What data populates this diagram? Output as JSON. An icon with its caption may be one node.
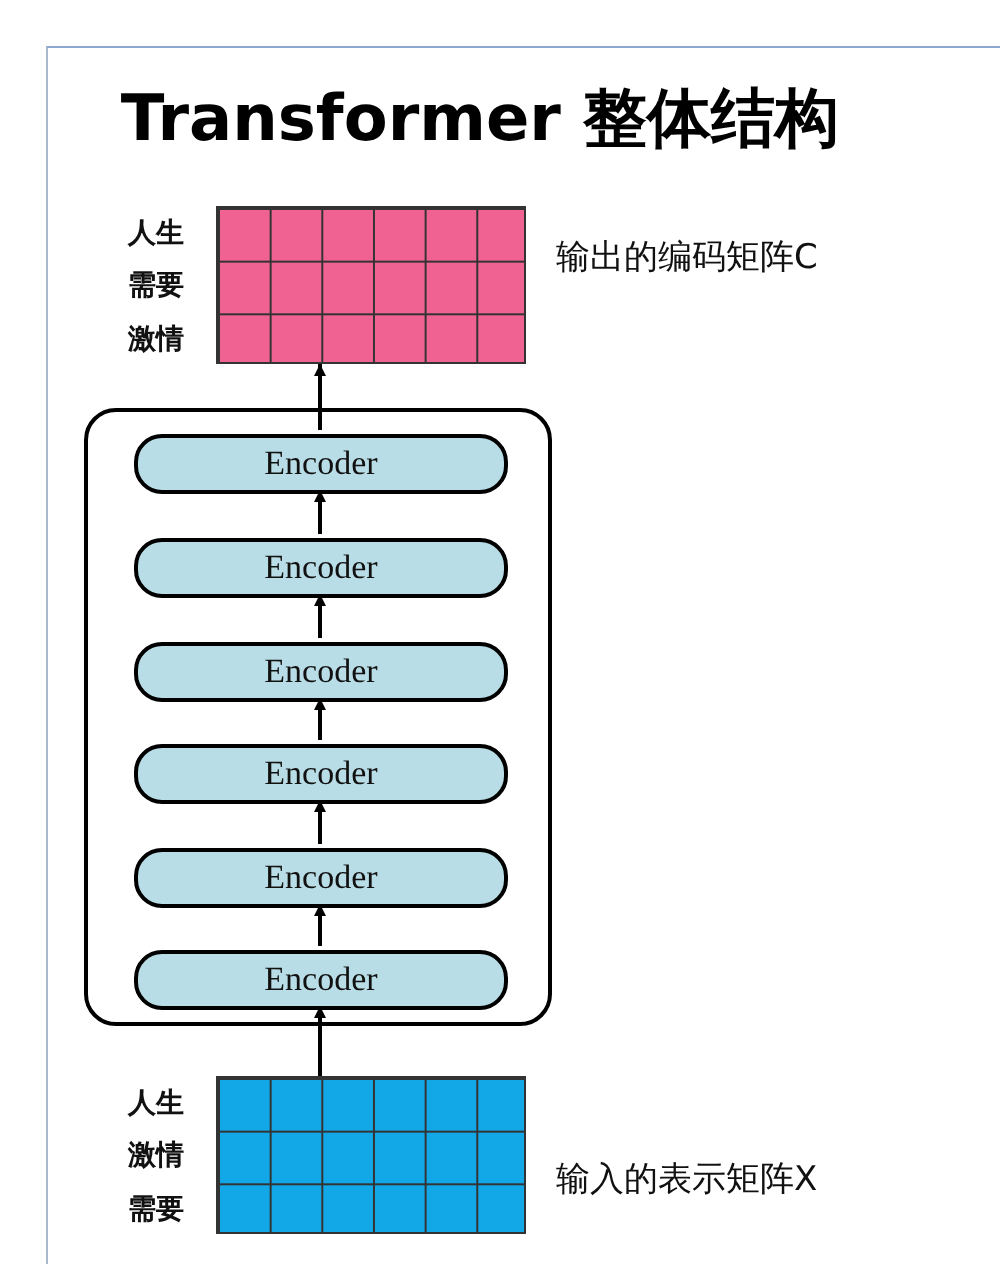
{
  "diagram": {
    "title": "Transformer 整体结构",
    "nodes": [
      {
        "text": [],
        "shape": "box",
        "beside": [
          "人生",
          "需要",
          "激情",
          "输出的编码矩阵C"
        ]
      },
      {
        "text": [],
        "shape": "box"
      },
      {
        "text": [
          "Encoder"
        ],
        "in": 1
      },
      {
        "text": [
          "Encoder"
        ],
        "in": 1
      },
      {
        "text": [
          "Encoder"
        ],
        "in": 1
      },
      {
        "text": [
          "Encoder"
        ],
        "in": 1
      },
      {
        "text": [
          "Encoder"
        ],
        "in": 1
      },
      {
        "text": [
          "Encoder"
        ],
        "in": 1
      },
      {
        "text": [],
        "shape": "box",
        "beside": [
          "人生",
          "激情",
          "需要",
          "输入的表示矩阵X"
        ]
      }
    ],
    "edges": [
      {
        "from": 8,
        "to": 7,
        "arrow": "to"
      },
      {
        "from": 7,
        "to": 6,
        "arrow": "to"
      },
      {
        "from": 6,
        "to": 5,
        "arrow": "to"
      },
      {
        "from": 5,
        "to": 4,
        "arrow": "to"
      },
      {
        "from": 4,
        "to": 3,
        "arrow": "to"
      },
      {
        "from": 3,
        "to": 2,
        "arrow": "to"
      },
      {
        "from": 2,
        "to": 0,
        "arrow": "to"
      }
    ]
  }
}
